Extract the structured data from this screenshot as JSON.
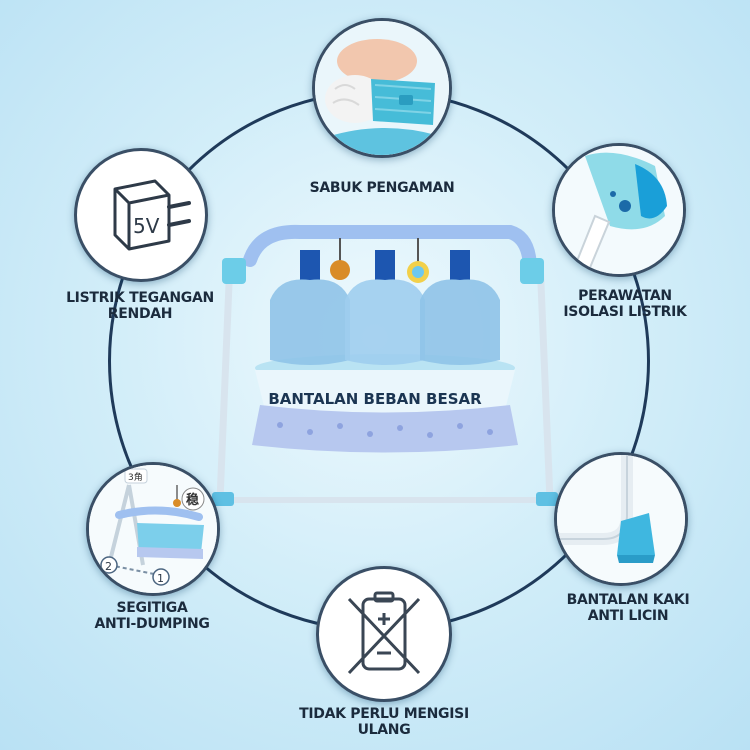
{
  "features": {
    "top": {
      "label": "SABUK PENGAMAN",
      "icon": "safety-belt-photo"
    },
    "upper_left": {
      "label_line1": "LISTRIK TEGANGAN",
      "label_line2": "RENDAH",
      "icon": "power-adapter-icon",
      "icon_text": "5V"
    },
    "upper_right": {
      "label_line1": "PERAWATAN",
      "label_line2": "ISOLASI LISTRIK",
      "icon": "insulation-photo"
    },
    "center": {
      "label": "BANTALAN BEBAN BESAR"
    },
    "lower_left": {
      "label_line1": "SEGITIGA",
      "label_line2": "ANTI-DUMPING",
      "icon": "cradle-triangle-diagram",
      "tag": "3角",
      "stamp": "稳",
      "point1": "1",
      "point2": "2"
    },
    "lower_right": {
      "label_line1": "BANTALAN KAKI",
      "label_line2": "ANTI LICIN",
      "icon": "foot-pad-photo"
    },
    "bottom": {
      "label_line1": "TIDAK PERLU MENGISI",
      "label_line2": "ULANG",
      "icon": "no-battery-icon"
    }
  },
  "colors": {
    "ring": "#1f3a5a",
    "frame": "#4fb8e0",
    "bottle": "#8fc3e8",
    "cap": "#1d56b0",
    "skirt": "#b7c8ef"
  }
}
